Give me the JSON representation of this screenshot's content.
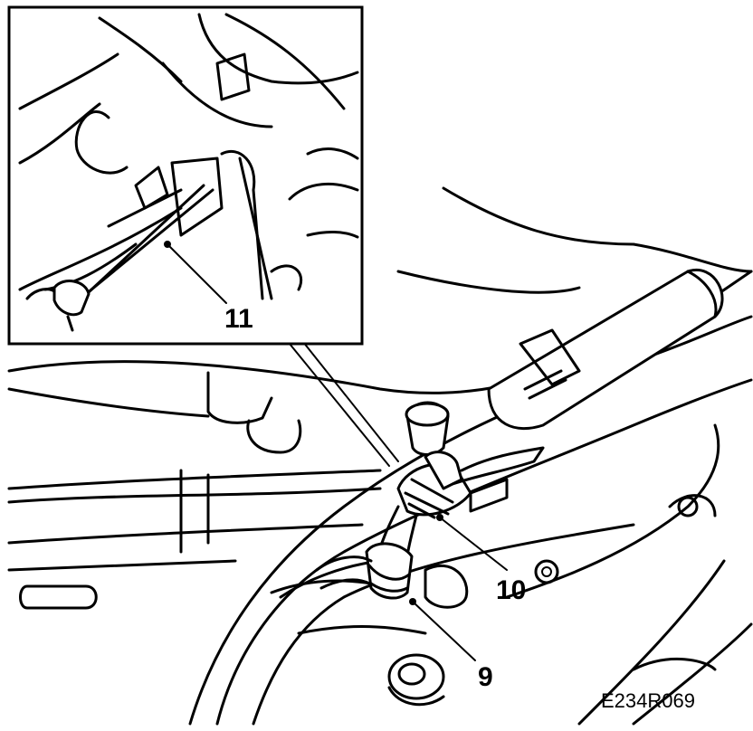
{
  "figure": {
    "callouts": {
      "c9": "9",
      "c10": "10",
      "c11": "11"
    },
    "reference_code": "E234R069"
  }
}
